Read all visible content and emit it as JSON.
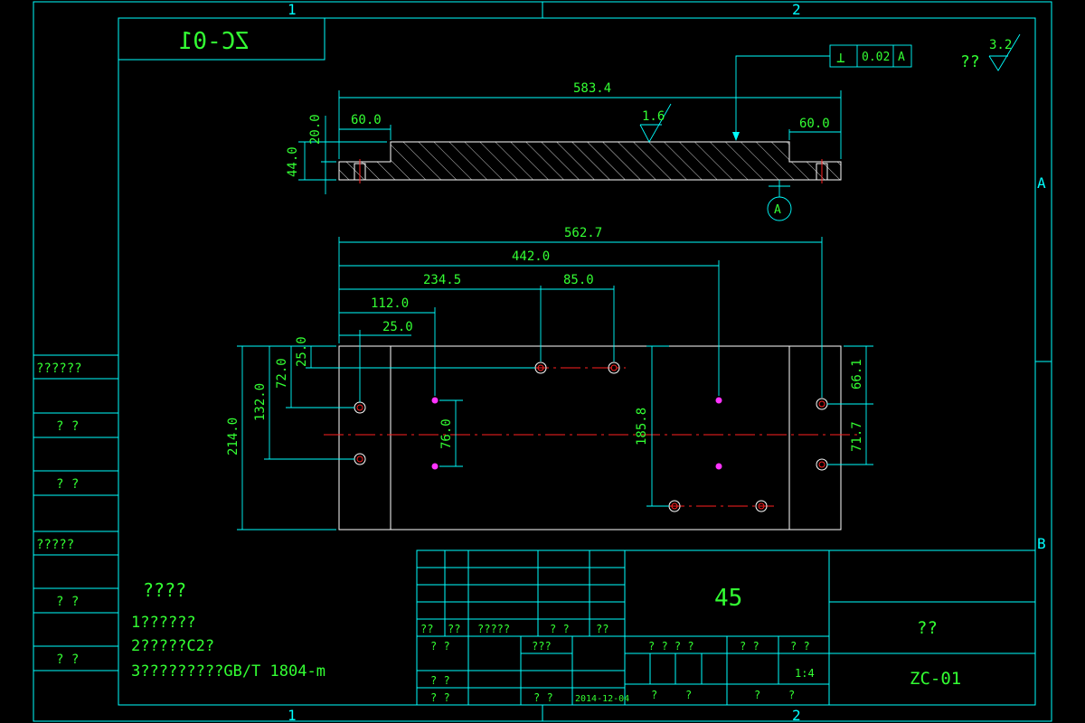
{
  "drawing": {
    "mirrored_code": "ZC-01",
    "zone_top_1": "1",
    "zone_top_2": "2",
    "zone_bottom_1": "1",
    "zone_bottom_2": "2",
    "zone_a": "A",
    "zone_b": "B"
  },
  "roughness": {
    "label_other": "??",
    "value_other": "3.2",
    "value_top": "1.6"
  },
  "tolerance": {
    "symbol": "⊥",
    "value": "0.02",
    "datum": "A",
    "datum_label": "A"
  },
  "dimensions": {
    "overall_583": "583.4",
    "left_60": "60.0",
    "right_60": "60.0",
    "h_20": "20.0",
    "h_44": "44.0",
    "w_562": "562.7",
    "w_442": "442.0",
    "w_234": "234.5",
    "w_85": "85.0",
    "w_112": "112.0",
    "w_25": "25.0",
    "v_25": "25.0",
    "v_72": "72.0",
    "v_132": "132.0",
    "v_214": "214.0",
    "v_76": "76.0",
    "v_185": "185.8",
    "v_66": "66.1",
    "v_71": "71.7"
  },
  "left_strip": [
    "??????",
    "? ?",
    "? ?",
    "?????",
    "? ?",
    "? ?"
  ],
  "notes": {
    "title": "????",
    "line1": "1??????",
    "line2": "2?????C2?",
    "line3": "3?????????GB/T 1804-m"
  },
  "title_block": {
    "material": "45",
    "name": "??",
    "code": "ZC-01",
    "scale": "1:4",
    "date": "2014-12-04",
    "r1": [
      "??",
      "??",
      "?????",
      "? ?",
      "??"
    ],
    "r2": [
      "? ?",
      "???"
    ],
    "r3": [
      "? ?"
    ],
    "r4": [
      "? ?",
      "? ?"
    ],
    "mid": [
      "? ? ? ?",
      "? ?",
      "? ?"
    ],
    "bot": [
      "?",
      "?",
      "?",
      "?"
    ]
  }
}
